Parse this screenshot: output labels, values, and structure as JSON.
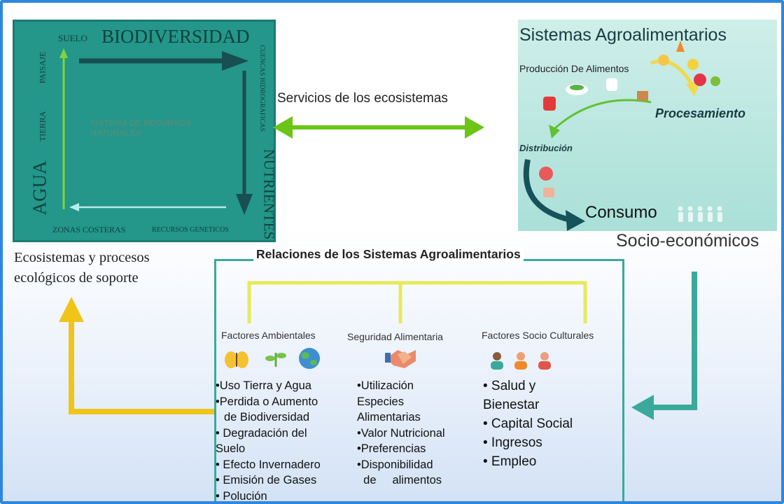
{
  "ecosystem": {
    "top_labels": {
      "suelo": "SUELO",
      "biodiversidad": "BIODIVERSIDAD"
    },
    "left_labels": {
      "paisaje": "PAISAJE",
      "tierra": "TIERRA",
      "agua": "AGUA"
    },
    "right_labels": {
      "cuencas": "CUENCAS HIDROGRAFICAS",
      "nutrientes": "NUTRIENTES"
    },
    "bottom_labels": {
      "zonas": "ZONAS COSTERAS",
      "recursos": "RECURSOS GENETICOS"
    },
    "center_text": "SISTEMA DE RECURSOS NATURALES",
    "caption_line1": "Ecosistemas y procesos",
    "caption_line2": "ecológicos de soporte"
  },
  "services": {
    "label": "Servicios de los ecosistemas"
  },
  "agro": {
    "title": "Sistemas Agroalimentarios",
    "produccion": "Producción De Alimentos",
    "procesamiento": "Procesamiento",
    "distribucion": "Distribución",
    "consumo": "Consumo",
    "socio": "Socio-económicos"
  },
  "relations": {
    "title": "Relaciones de los Sistemas Agroalimentarios",
    "columns": [
      {
        "heading": "Factores Ambientales",
        "items": [
          "•Uso Tierra y Agua",
          "•Perdida o Aumento",
          "  de Biodiversidad",
          "• Degradación del",
          "Suelo",
          "• Efecto Invernadero",
          "• Emisión de Gases",
          "• Polución"
        ]
      },
      {
        "heading": "Seguridad Alimentaria",
        "items": [
          "•Utilización",
          "Especies",
          "Alimentarias",
          "•Valor Nutricional",
          "•Preferencias",
          "•Disponibilidad",
          "  de     alimentos"
        ]
      },
      {
        "heading": "Factores Socio Culturales",
        "items": [
          "• Salud y",
          "Bienestar",
          "• Capital Social",
          "• Ingresos",
          "• Empleo"
        ]
      }
    ]
  },
  "colors": {
    "frame": "#2e86e0",
    "eco_teal": "#24968a",
    "green_arrow": "#6cc417",
    "yellow_arrow": "#f0c419",
    "relations_teal": "#3aa99c",
    "bracket_yellow": "#e6ea5a"
  }
}
